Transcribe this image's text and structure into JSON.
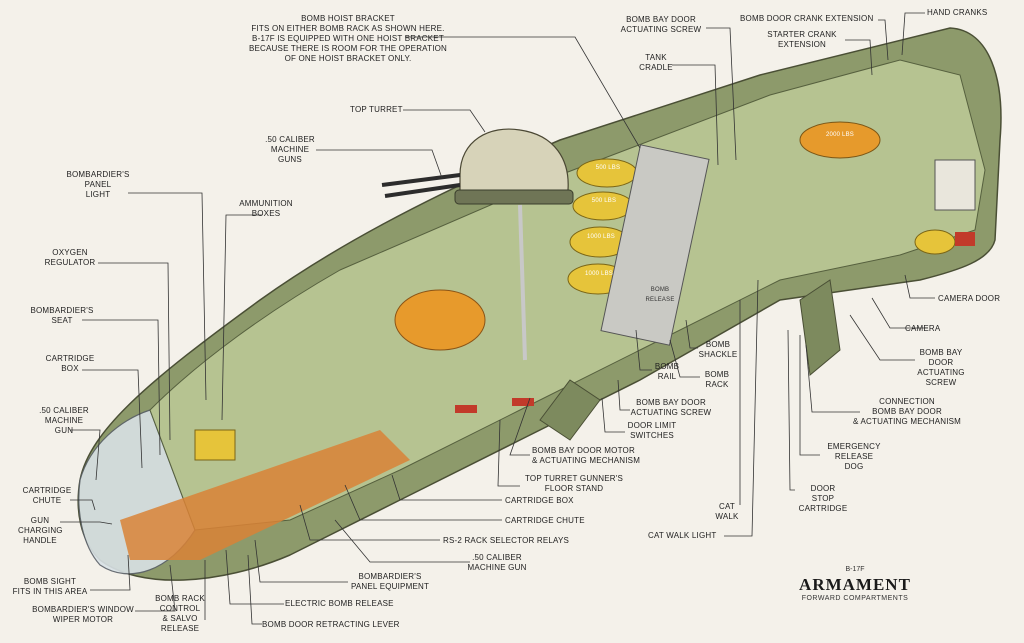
{
  "title": {
    "model": "B-17F",
    "main": "ARMAMENT",
    "sub": "FORWARD COMPARTMENTS"
  },
  "labels": {
    "hoist_bracket": "BOMB HOIST BRACKET\nFITS ON EITHER BOMB RACK AS SHOWN HERE.\nB-17F IS EQUIPPED WITH ONE HOIST BRACKET\nBECAUSE THERE IS ROOM FOR THE OPERATION\nOF ONE HOIST BRACKET ONLY.",
    "bomb_bay_door_actuating_screw_top": "BOMB BAY DOOR\nACTUATING SCREW",
    "bomb_door_crank_extension": "BOMB DOOR CRANK EXTENSION",
    "hand_cranks": "HAND CRANKS",
    "starter_crank_extension": "STARTER CRANK\nEXTENSION",
    "tank_cradle": "TANK\nCRADLE",
    "top_turret": "TOP TURRET",
    "cal50_machine_guns": ".50 CALIBER\nMACHINE\nGUNS",
    "bombardier_panel_light": "BOMBARDIER'S\nPANEL\nLIGHT",
    "ammunition_boxes": "AMMUNITION\nBOXES",
    "oxygen_regulator": "OXYGEN\nREGULATOR",
    "bombardier_seat": "BOMBARDIER'S\nSEAT",
    "cartridge_box_left": "CARTRIDGE\nBOX",
    "cal50_machine_gun_left": ".50 CALIBER\nMACHINE\nGUN",
    "cartridge_chute_left": "CARTRIDGE\nCHUTE",
    "gun_charging_handle": "GUN\nCHARGING\nHANDLE",
    "bomb_sight": "BOMB SIGHT\nFITS IN THIS AREA",
    "window_wiper": "BOMBARDIER'S WINDOW\nWIPER MOTOR",
    "bomb_rack_control": "BOMB RACK\nCONTROL\n& SALVO\nRELEASE",
    "bomb_door_retracting_lever": "BOMB DOOR RETRACTING LEVER",
    "electric_bomb_release": "ELECTRIC BOMB RELEASE",
    "bombardier_panel_equipment": "BOMBARDIER'S\nPANEL EQUIPMENT",
    "cal50_machine_gun_bottom": ".50 CALIBER\nMACHINE GUN",
    "rs2_rack_selector": "RS-2 RACK SELECTOR RELAYS",
    "cartridge_chute_bottom": "CARTRIDGE CHUTE",
    "cartridge_box_bottom": "CARTRIDGE BOX",
    "turret_floor_stand": "TOP TURRET GUNNER'S\nFLOOR STAND",
    "door_motor": "BOMB BAY DOOR MOTOR\n& ACTUATING MECHANISM",
    "door_limit_switches": "DOOR LIMIT\nSWITCHES",
    "door_actuating_screw_mid": "BOMB BAY DOOR\nACTUATING SCREW",
    "bomb_rail": "BOMB\nRAIL",
    "bomb_shackle": "BOMB\nSHACKLE",
    "bomb_rack": "BOMB\nRACK",
    "cat_walk": "CAT\nWALK",
    "cat_walk_light": "CAT WALK LIGHT",
    "door_stop_cartridge": "DOOR\nSTOP\nCARTRIDGE",
    "emergency_release_dog": "EMERGENCY\nRELEASE\nDOG",
    "connection_mechanism": "CONNECTION\nBOMB BAY DOOR\n& ACTUATING MECHANISM",
    "bomb_bay_door_actuating_screw_right": "BOMB BAY\nDOOR\nACTUATING\nSCREW",
    "camera": "CAMERA",
    "camera_door": "CAMERA DOOR"
  },
  "bombs": [
    {
      "text": "500 LBS"
    },
    {
      "text": "500 LBS"
    },
    {
      "text": "1000 LBS"
    },
    {
      "text": "1000 LBS"
    },
    {
      "text": "2000 LBS"
    }
  ],
  "rack_label": "BOMB RELEASE",
  "colors": {
    "background": "#f4f1ea",
    "fuselage_olive": "#7d8a5e",
    "interior_green": "#a9b889",
    "bomb_yellow": "#e6c43a",
    "orange": "#e88a2c",
    "leader_line": "#333333"
  }
}
